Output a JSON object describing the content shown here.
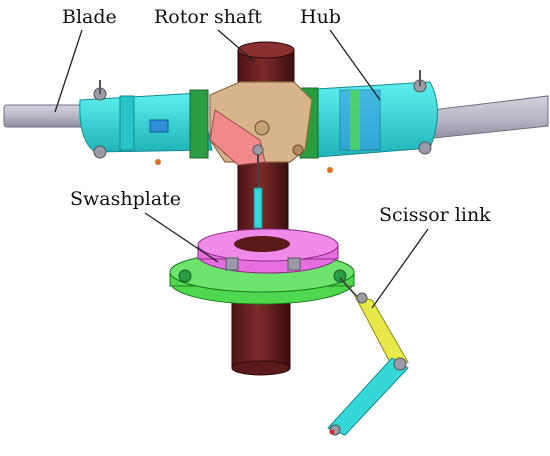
{
  "labels": {
    "blade": "Blade",
    "rotor_shaft": "Rotor shaft",
    "hub": "Hub",
    "swashplate": "Swashplate",
    "scissor_link": "Scissor link"
  },
  "colors": {
    "blade": "#b9b9c6",
    "hub": "#35d7d8",
    "shaft": "#6b1f1f",
    "hub_center": "#d8b48c",
    "swashplate": "#e66ee0",
    "swash_base": "#4fd84f",
    "scissor_link": "#e8e84a",
    "flange": "#2a9c42",
    "arm": "#f08a8a",
    "leader": "#222222"
  }
}
